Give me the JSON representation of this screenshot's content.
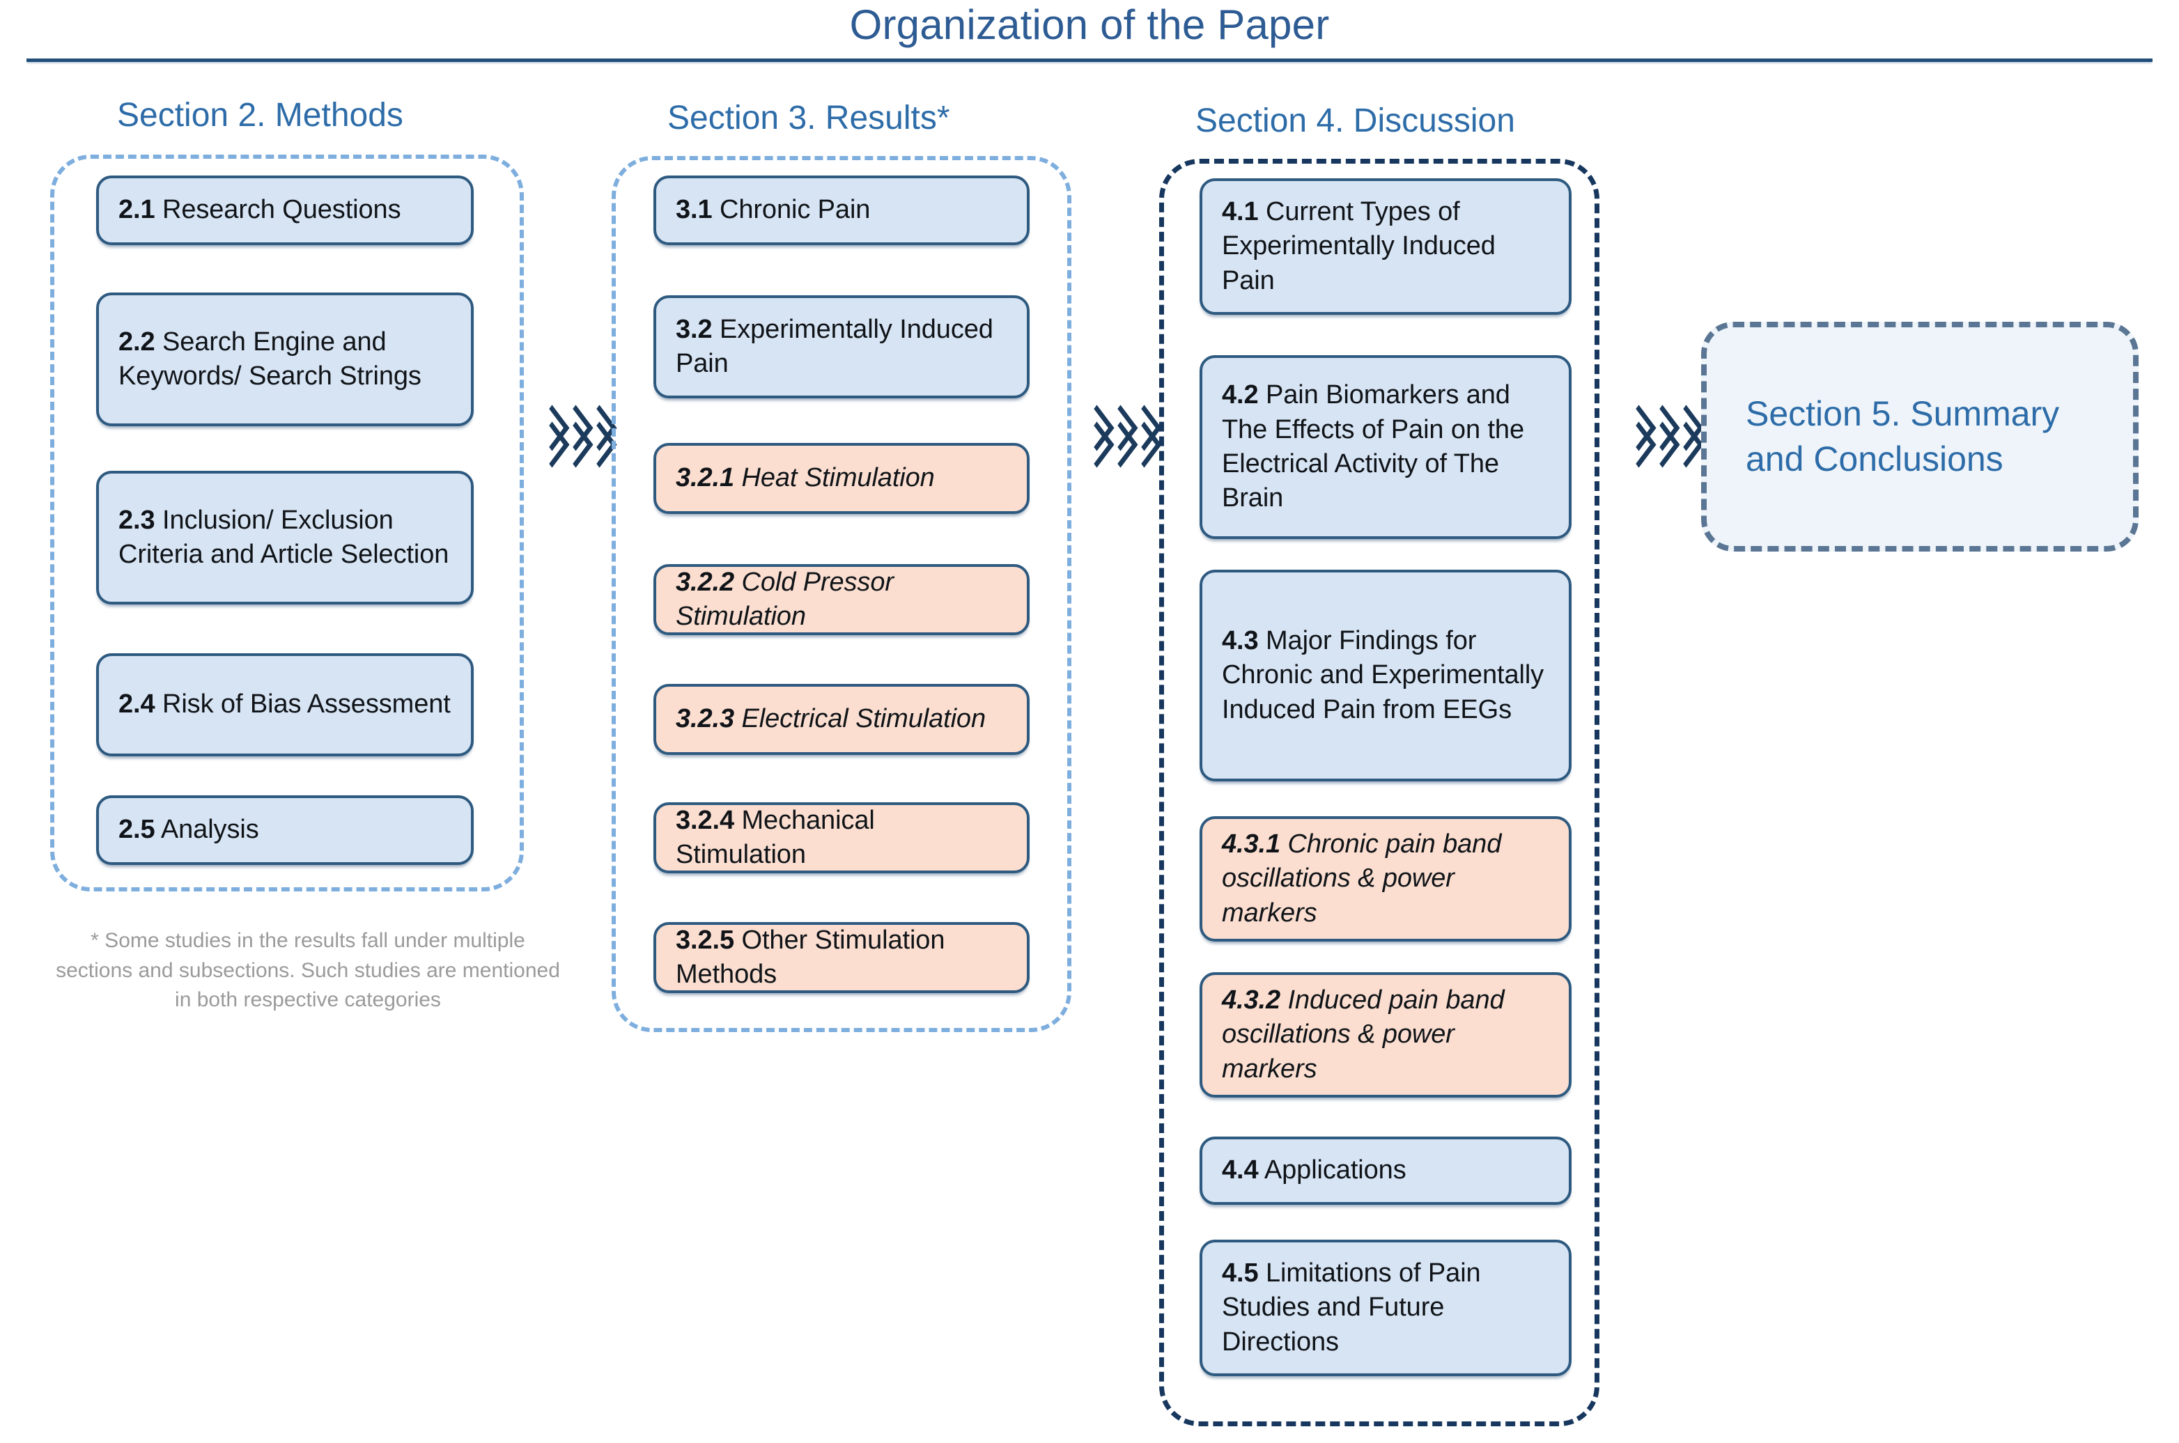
{
  "title": "Organization of the Paper",
  "columns": [
    {
      "id": "section2",
      "heading": "Section 2. Methods",
      "items": [
        {
          "num": "2.1",
          "label": " Research Questions",
          "style": "blue",
          "italic": false
        },
        {
          "num": "2.2",
          "label": " Search Engine and Keywords/ Search Strings",
          "style": "blue",
          "italic": false
        },
        {
          "num": "2.3",
          "label": " Inclusion/ Exclusion Criteria and Article Selection",
          "style": "blue",
          "italic": false
        },
        {
          "num": "2.4",
          "label": " Risk of Bias Assessment",
          "style": "blue",
          "italic": false
        },
        {
          "num": "2.5",
          "label": " Analysis",
          "style": "blue",
          "italic": false
        }
      ]
    },
    {
      "id": "section3",
      "heading": "Section 3. Results*",
      "items": [
        {
          "num": "3.1",
          "label": " Chronic Pain",
          "style": "blue",
          "italic": false
        },
        {
          "num": "3.2",
          "label": " Experimentally Induced Pain",
          "style": "blue",
          "italic": false
        },
        {
          "num": "3.2.1",
          "label": " Heat Stimulation",
          "style": "peach",
          "italic": true
        },
        {
          "num": "3.2.2",
          "label": " Cold Pressor Stimulation",
          "style": "peach",
          "italic": true
        },
        {
          "num": "3.2.3",
          "label": " Electrical Stimulation",
          "style": "peach",
          "italic": true
        },
        {
          "num": "3.2.4",
          "label": " Mechanical Stimulation",
          "style": "peach",
          "italic": false
        },
        {
          "num": "3.2.5",
          "label": " Other Stimulation Methods",
          "style": "peach",
          "italic": false
        }
      ]
    },
    {
      "id": "section4",
      "heading": "Section 4. Discussion",
      "items": [
        {
          "num": "4.1",
          "label": " Current Types of Experimentally Induced Pain",
          "style": "blue",
          "italic": false
        },
        {
          "num": "4.2",
          "label": " Pain Biomarkers and The Effects of Pain on the Electrical Activity of The Brain",
          "style": "blue",
          "italic": false
        },
        {
          "num": "4.3",
          "label": " Major Findings for Chronic and Experimentally Induced Pain from EEGs",
          "style": "blue",
          "italic": false
        },
        {
          "num": "4.3.1",
          "label": " Chronic pain band oscillations & power markers",
          "style": "peach",
          "italic": true
        },
        {
          "num": "4.3.2",
          "label": " Induced pain band oscillations & power markers",
          "style": "peach",
          "italic": true
        },
        {
          "num": "4.4",
          "label": " Applications",
          "style": "blue",
          "italic": false
        },
        {
          "num": "4.5",
          "label": " Limitations of Pain Studies and Future Directions",
          "style": "blue",
          "italic": false
        }
      ]
    }
  ],
  "section5": {
    "label": "Section 5. Summary and  Conclusions"
  },
  "footnote": "* Some studies in the results fall under multiple sections and subsections. Such studies are mentioned in both respective categories",
  "connectors": [
    {
      "name": "connector-2-to-3",
      "glyph": "triple-chevron-right"
    },
    {
      "name": "connector-3-to-4",
      "glyph": "triple-chevron-right"
    },
    {
      "name": "connector-4-to-5",
      "glyph": "triple-chevron-right"
    }
  ],
  "colors": {
    "title_blue": "#2d5b93",
    "heading_blue": "#2d6ca8",
    "box_fill_blue": "#d7e4f4",
    "box_fill_peach": "#fbded0",
    "box_border": "#2e5a80",
    "group_dash_light": "#7eaede",
    "group_dash_dark": "#17375e",
    "section5_dash": "#5b7694",
    "section5_fill": "#eef4f9",
    "footnote_gray": "#9a9a9a",
    "chevron": "#1b3a5c"
  }
}
